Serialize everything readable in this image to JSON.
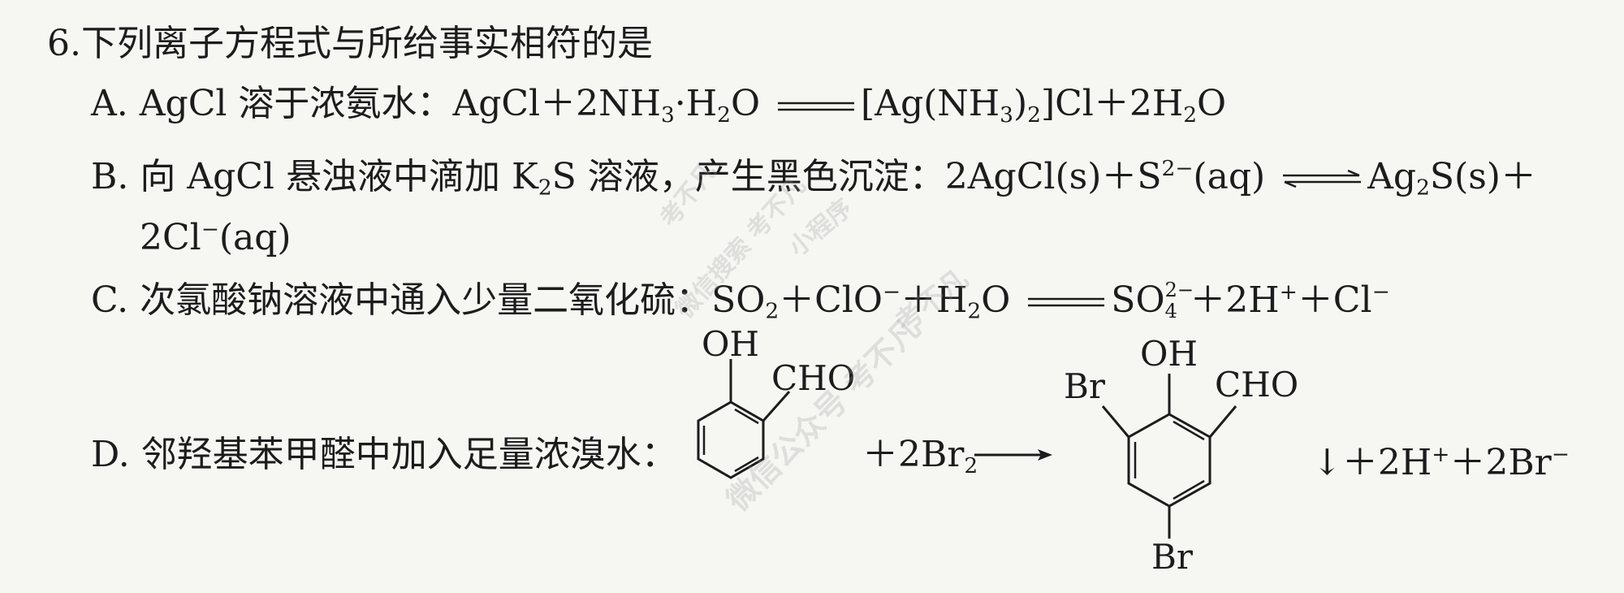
{
  "question": {
    "number": "6.",
    "stem": "下列离子方程式与所给事实相符的是"
  },
  "options": {
    "a": {
      "label": "A.",
      "desc": "AgCl 溶于浓氨水：",
      "lhs1": "AgCl＋2NH",
      "lhs2": "·H",
      "lhs3": "O",
      "rhs1": "[Ag(NH",
      "rhs2": ")",
      "rhs3": "]Cl＋2H",
      "rhs4": "O"
    },
    "b": {
      "label": "B.",
      "desc": "向 AgCl 悬浊液中滴加 K",
      "desc2": "S 溶液，产生黑色沉淀：",
      "lhs1": "2AgCl(s)＋S",
      "lhs2": "(aq)",
      "rhs1": "Ag",
      "rhs2": "S(s)＋",
      "cont1": "2Cl",
      "cont2": "(aq)"
    },
    "c": {
      "label": "C.",
      "desc": "次氯酸钠溶液中通入少量二氧化硫：",
      "lhs1": "SO",
      "lhs2": "＋ClO",
      "lhs3": "＋H",
      "lhs4": "O",
      "rhs1": "SO",
      "rhs2": "＋2H",
      "rhs3": "＋Cl"
    },
    "d": {
      "label": "D.",
      "desc": "邻羟基苯甲醛中加入足量浓溴水：",
      "reagent1": "＋2Br",
      "product_tail1": "↓＋2H",
      "product_tail2": "＋2Br"
    }
  },
  "molecules": {
    "reactant": {
      "oh": "OH",
      "cho": "CHO"
    },
    "product": {
      "br_left": "Br",
      "oh": "OH",
      "cho": "CHO",
      "br_bottom": "Br"
    }
  },
  "symbols": {
    "sub_2": "2",
    "sub_3": "3",
    "sub_4": "4",
    "charge_minus": "−",
    "charge_2minus": "2−",
    "charge_plus": "+"
  },
  "watermarks": {
    "w1": "考不凡",
    "w2": "微信搜索 考不凡",
    "w3": "小程序",
    "w4": "考不凡",
    "w5": "微信公众号 考不凡"
  }
}
